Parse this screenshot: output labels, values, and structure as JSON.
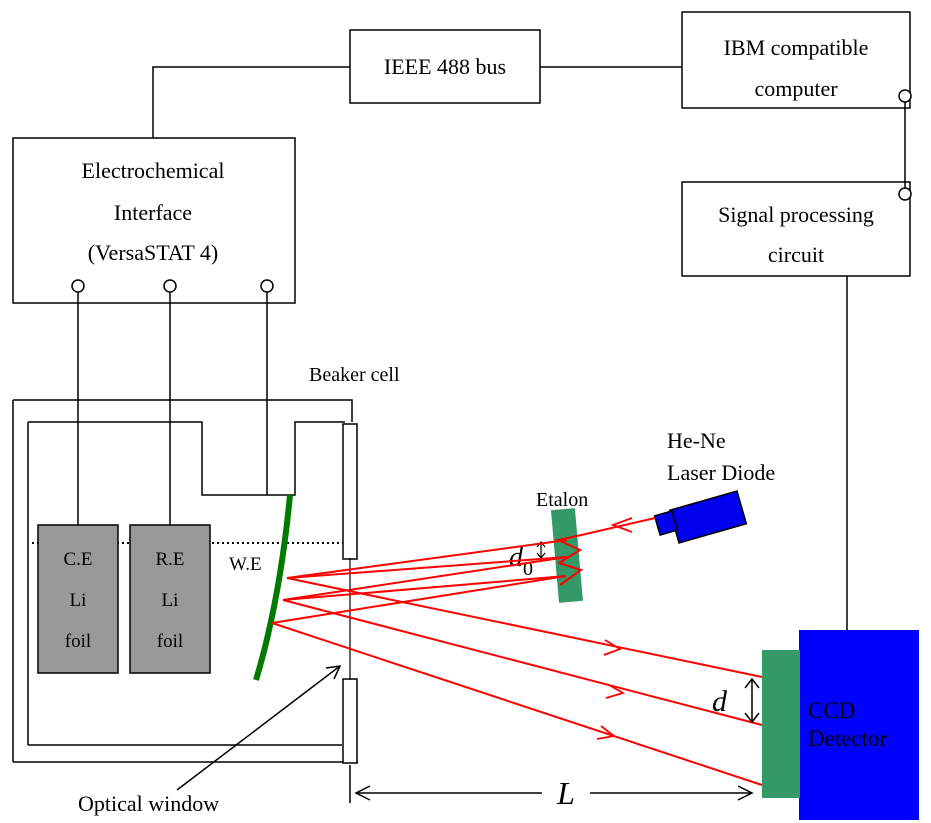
{
  "boxes": {
    "bus": "IEEE 488 bus",
    "computer_line1": "IBM compatible",
    "computer_line2": "computer",
    "interface_line1": "Electrochemical",
    "interface_line2": "Interface",
    "interface_line3": "(VersaSTAT 4)",
    "signal_line1": "Signal processing",
    "signal_line2": "circuit"
  },
  "cell": {
    "label": "Beaker cell",
    "ce_line1": "C.E",
    "ce_line2": "Li",
    "ce_line3": "foil",
    "re_line1": "R.E",
    "re_line2": "Li",
    "re_line3": "foil",
    "we": "W.E",
    "optical_window": "Optical window"
  },
  "optics": {
    "laser_line1": "He-Ne",
    "laser_line2": "Laser Diode",
    "etalon": "Etalon",
    "d0_main": "d",
    "d0_sub": "0",
    "d": "d",
    "L": "L",
    "ccd_line1": "CCD",
    "ccd_line2": "Detector"
  },
  "colors": {
    "beam": "#ff0000",
    "etalon": "#339966",
    "electrode_we": "#007a00",
    "ccd": "#0000ff",
    "laser": "#0000ee",
    "foil": "#999999"
  }
}
